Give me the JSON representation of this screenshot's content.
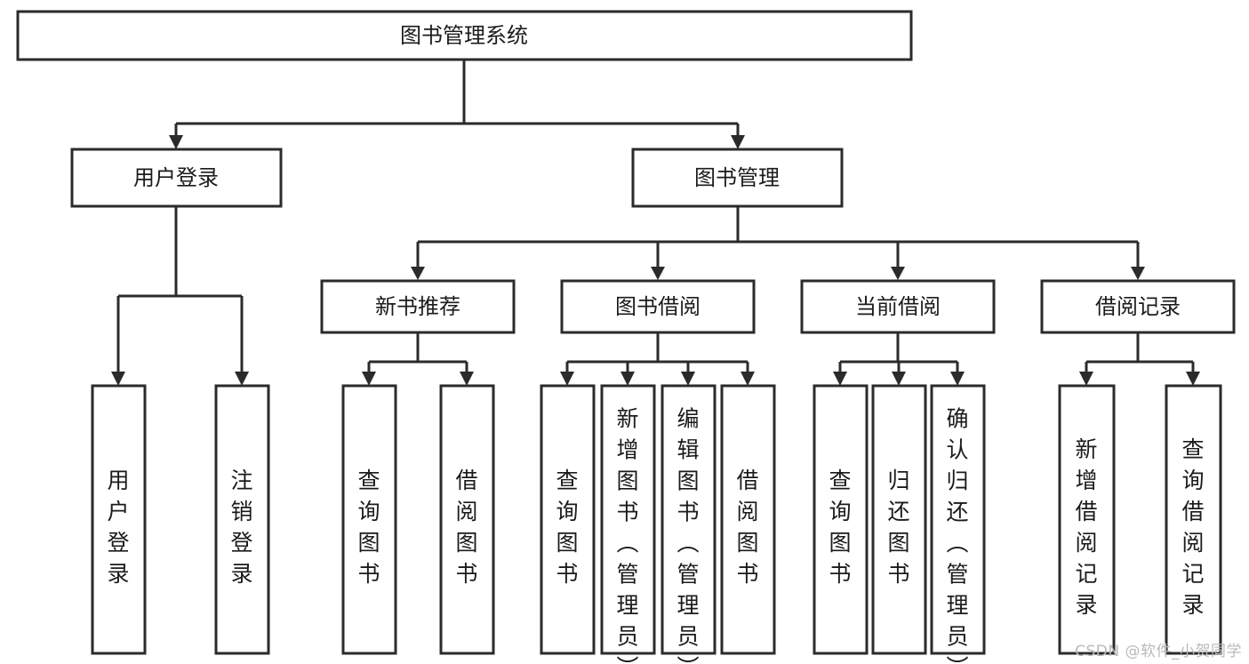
{
  "diagram": {
    "title": "图书管理系统",
    "type": "hierarchy-tree",
    "root": {
      "label": "图书管理系统"
    },
    "level2": [
      {
        "label": "用户登录"
      },
      {
        "label": "图书管理"
      }
    ],
    "level3": [
      {
        "label": "新书推荐"
      },
      {
        "label": "图书借阅"
      },
      {
        "label": "当前借阅"
      },
      {
        "label": "借阅记录"
      }
    ],
    "leaves": {
      "user_login": [
        {
          "label": "用户登录"
        },
        {
          "label": "注销登录"
        }
      ],
      "new_book_recommend": [
        {
          "label": "查询图书"
        },
        {
          "label": "借阅图书"
        }
      ],
      "book_borrow": [
        {
          "label": "查询图书"
        },
        {
          "label": "新增图书（管理员）"
        },
        {
          "label": "编辑图书（管理员）"
        },
        {
          "label": "借阅图书"
        }
      ],
      "current_borrow": [
        {
          "label": "查询图书"
        },
        {
          "label": "归还图书"
        },
        {
          "label": "确认归还（管理员）"
        }
      ],
      "borrow_record": [
        {
          "label": "新增借阅记录"
        },
        {
          "label": "查询借阅记录"
        }
      ]
    }
  },
  "watermark": {
    "text": "CSDN @软件_小贺同学"
  },
  "colors": {
    "stroke": "#2b2b2b",
    "fill": "#ffffff",
    "text": "#1b1b1b",
    "watermark": "#b9b9b9"
  }
}
